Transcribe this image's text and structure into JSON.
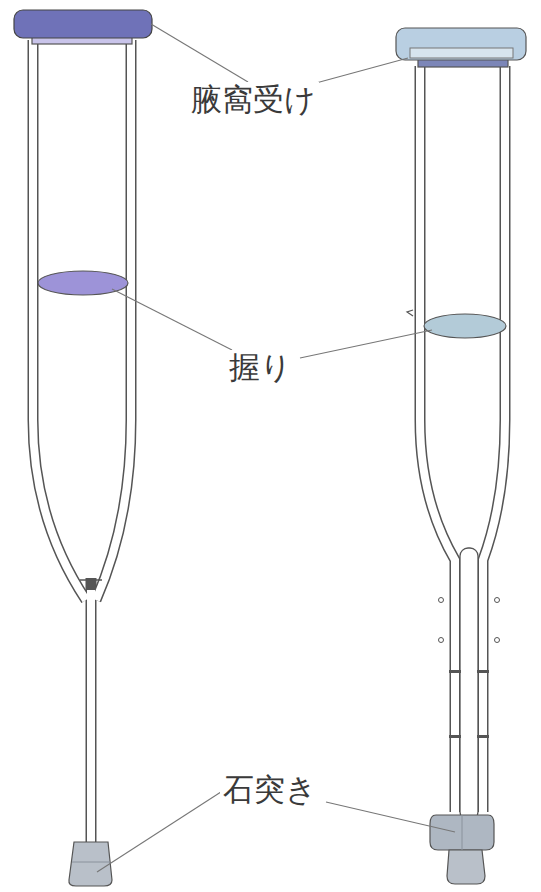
{
  "diagram": {
    "labels": [
      "腋窩受け",
      "握り",
      "石突き"
    ]
  }
}
